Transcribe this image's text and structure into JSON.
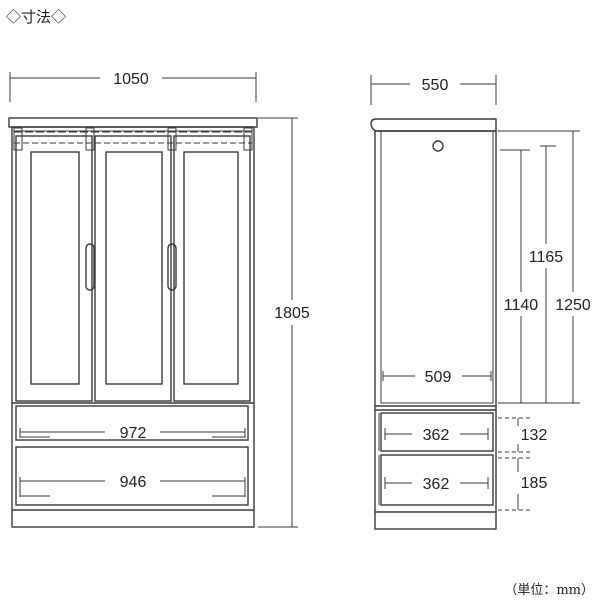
{
  "section_title": "◇寸法◇",
  "unit_note": "（単位：mm）",
  "front_view": {
    "width": "1050",
    "height": "1805",
    "drawer_upper_inner_width": "972",
    "drawer_lower_inner_width": "946"
  },
  "side_view": {
    "depth": "550",
    "inner_depth": "509",
    "dim_1165": "1165",
    "dim_1140": "1140",
    "dim_1250": "1250",
    "drawer_upper_inner_depth": "362",
    "drawer_lower_inner_depth": "362",
    "drawer_upper_height": "132",
    "drawer_lower_height": "185"
  }
}
